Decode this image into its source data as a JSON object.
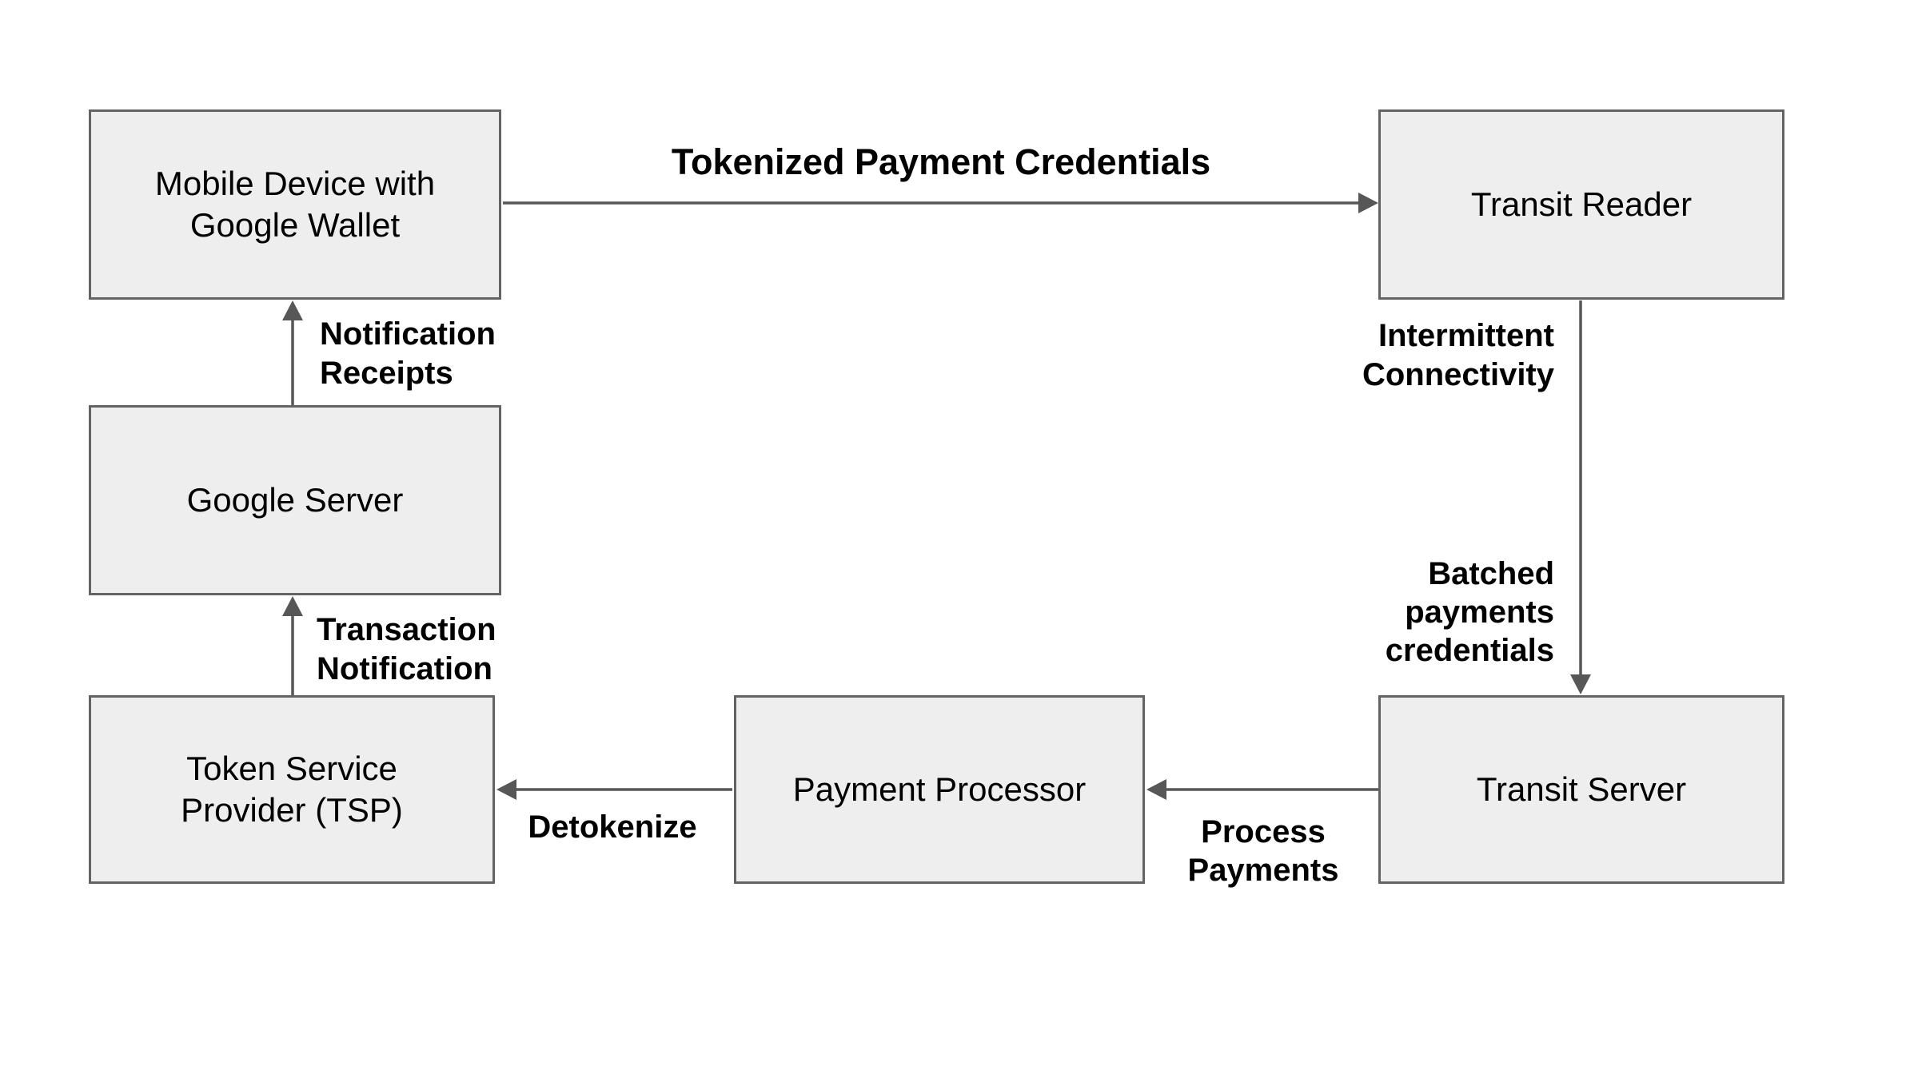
{
  "diagram": {
    "nodes": {
      "mobile": {
        "label": "Mobile Device with\nGoogle Wallet"
      },
      "reader": {
        "label": "Transit Reader"
      },
      "google": {
        "label": "Google Server"
      },
      "tsp": {
        "label": "Token Service\nProvider (TSP)"
      },
      "processor": {
        "label": "Payment Processor"
      },
      "transit_server": {
        "label": "Transit Server"
      }
    },
    "edge_labels": {
      "tokenized": "Tokenized Payment Credentials",
      "notification_receipts": "Notification\nReceipts",
      "transaction_notification": "Transaction\nNotification",
      "intermittent": "Intermittent\nConnectivity",
      "batched": "Batched\npayments\ncredentials",
      "process_payments": "Process\nPayments",
      "detokenize": "Detokenize"
    },
    "colors": {
      "node_fill": "#eeeeee",
      "node_border": "#636363",
      "arrow_color": "#575757",
      "text_color": "#000000"
    }
  }
}
